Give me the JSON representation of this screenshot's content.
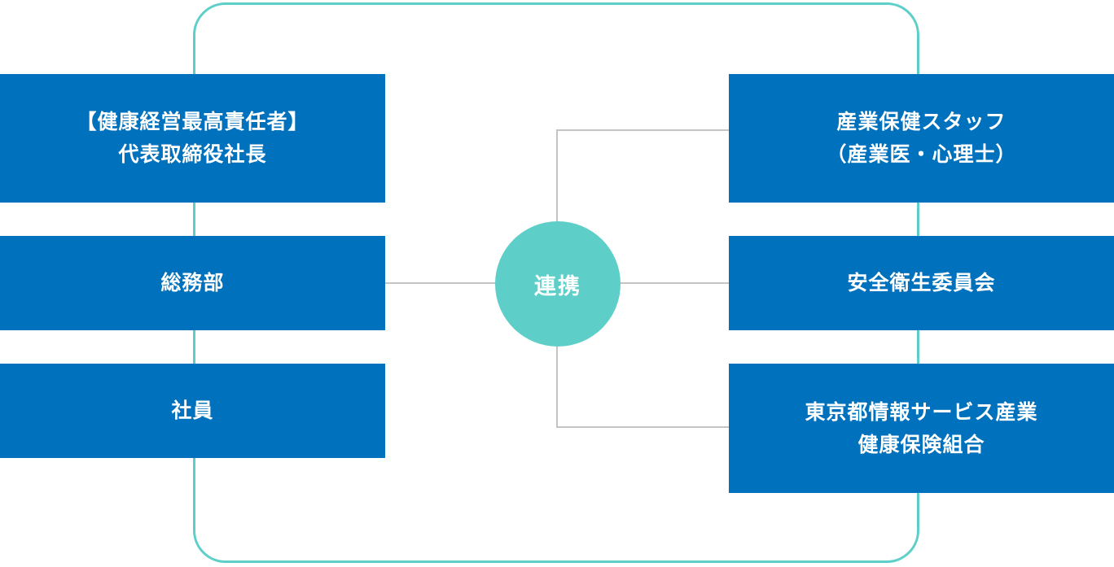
{
  "diagram": {
    "center": "連携",
    "left": {
      "ceo": {
        "line1": "【健康経営最高責任者】",
        "line2": "代表取締役社長"
      },
      "general_affairs": "総務部",
      "employees": "社員"
    },
    "right": {
      "health_staff": {
        "line1": "産業保健スタッフ",
        "line2": "（産業医・心理士）"
      },
      "safety_committee": "安全衛生委員会",
      "insurance": {
        "line1": "東京都情報サービス産業",
        "line2": "健康保険組合"
      }
    }
  },
  "colors": {
    "box": "#0071bc",
    "accent": "#5ecfc8",
    "connector": "#c4c4c4"
  }
}
